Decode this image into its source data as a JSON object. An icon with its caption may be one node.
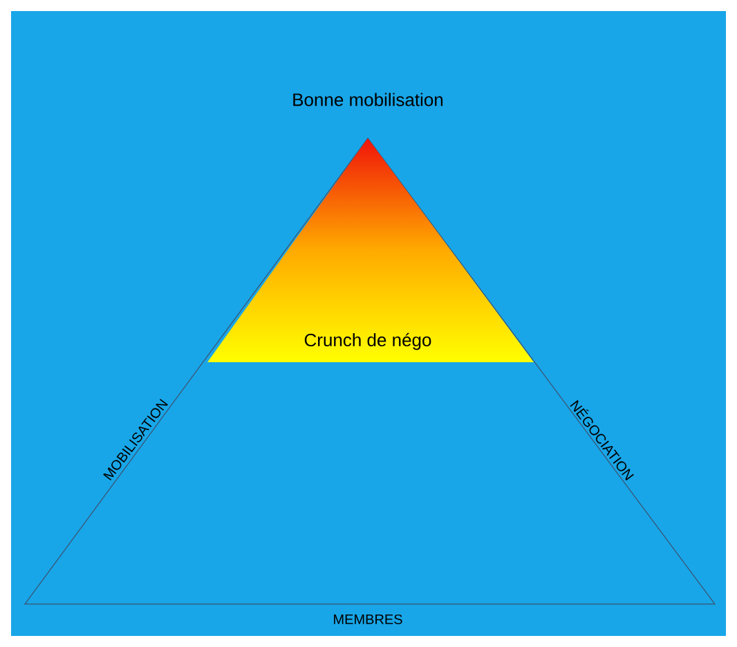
{
  "diagram": {
    "nodes": [
      {
        "text": [
          "Crunch de négo"
        ]
      }
    ],
    "labels": [
      "Bonne mobilisation",
      "MOBILISATION",
      "NÉGOCIATION",
      "MEMBRES"
    ]
  }
}
